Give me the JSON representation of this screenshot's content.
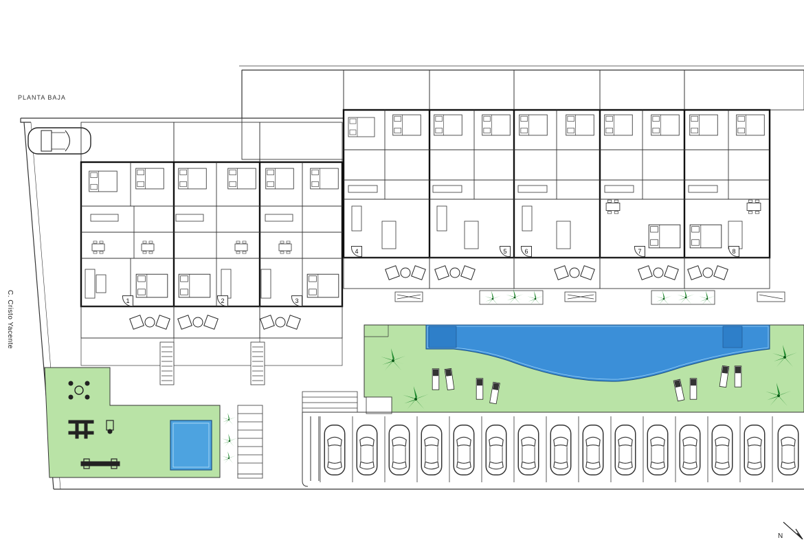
{
  "plan": {
    "title": "PLANTA BAJA",
    "street": "C. Cristo Yacente",
    "north_marker": "N",
    "unit_numbers": [
      "1",
      "2",
      "3",
      "4",
      "5",
      "6",
      "7",
      "8"
    ],
    "colors": {
      "garden": "#b9e3a6",
      "pool_water": "#3b8fd8",
      "spa_water": "#4da3e0",
      "palm": "#1f8a2e",
      "line": "#333333",
      "car_outline": "#333333"
    },
    "icons": [
      "car-icon",
      "palm-tree-icon",
      "sun-lounger-icon",
      "outdoor-table-icon",
      "bed-icon",
      "sofa-icon",
      "dining-table-icon",
      "stair-icon",
      "gym-equipment-icon",
      "north-arrow-icon"
    ],
    "parked_car_count": 15
  }
}
